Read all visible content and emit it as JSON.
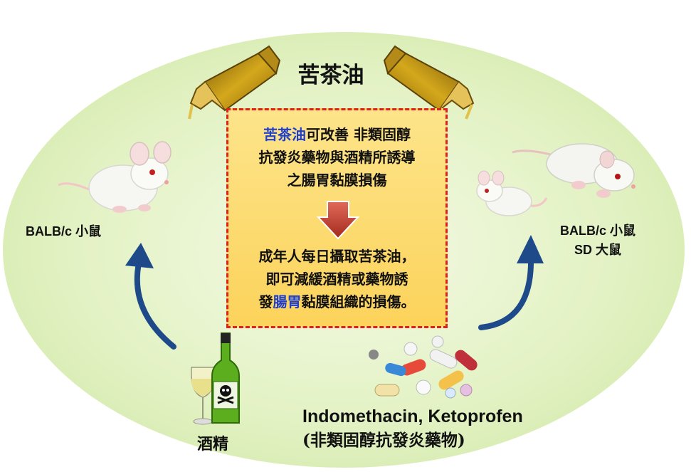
{
  "title": "苦茶油",
  "box": {
    "top_lines": [
      {
        "highlight": "苦茶油",
        "rest": "可改善 非類固醇"
      },
      {
        "highlight": "",
        "rest": "抗發炎藥物與酒精所誘導"
      },
      {
        "highlight": "",
        "rest": "之腸胃黏膜損傷"
      }
    ],
    "bottom_lines": [
      {
        "pre": "成年人每日攝取苦茶油，",
        "highlight": "",
        "post": ""
      },
      {
        "pre": "即可減緩酒精或藥物誘",
        "highlight": "",
        "post": ""
      },
      {
        "pre": "發",
        "highlight": "腸胃",
        "post": "黏膜組織的損傷。"
      }
    ]
  },
  "left_label": "BALB/c 小鼠",
  "right_labels": [
    "BALB/c 小鼠",
    "SD 大鼠"
  ],
  "alcohol_label": "酒精",
  "drugs_label": "Indomethacin, Ketoprofen",
  "drugs_sub": "(非類固醇抗發炎藥物)",
  "colors": {
    "background_ellipse": "#d8edb5",
    "box_fill": "#fcd75f",
    "box_border": "#e02020",
    "highlight_text": "#1f3fcf",
    "arrow_blue": "#1e4a8a",
    "down_arrow": "#c0392b"
  },
  "icons": [
    "oil-bottle-icon",
    "mouse-icon",
    "rat-icon",
    "wine-bottle-icon",
    "wine-glass-icon",
    "skull-icon",
    "pills-icon",
    "down-arrow-icon",
    "curved-arrow-icon"
  ]
}
